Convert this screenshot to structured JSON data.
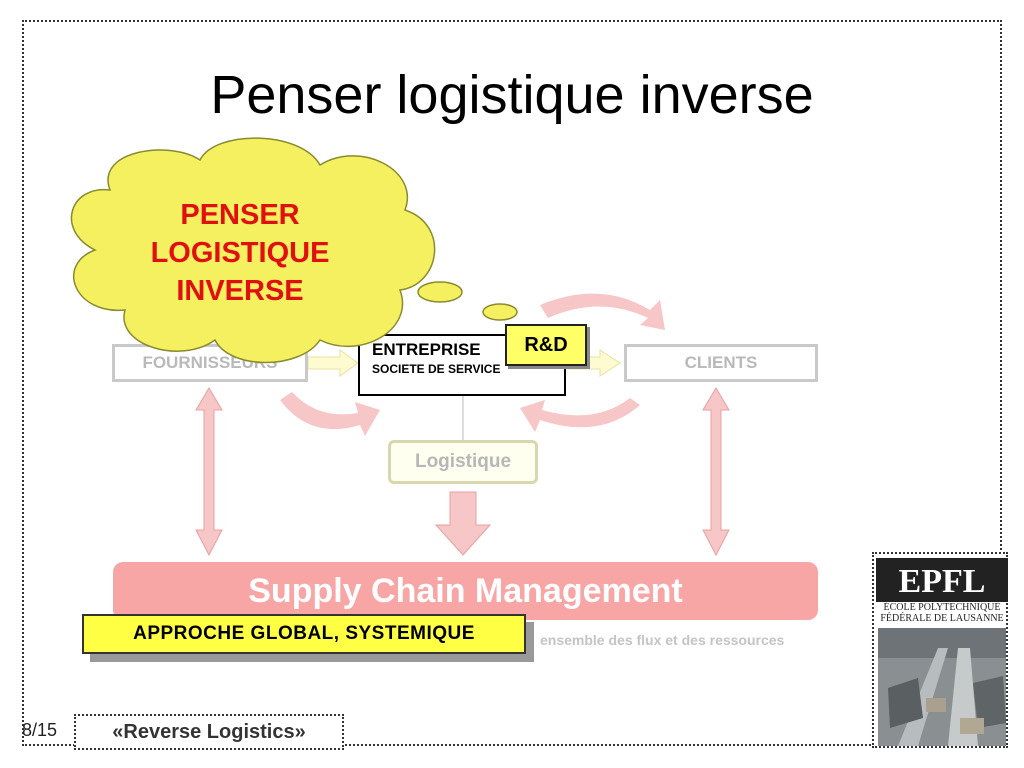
{
  "slide": {
    "title": "Penser logistique inverse",
    "page_number": "8/15",
    "footer": "«Reverse Logistics»"
  },
  "cloud": {
    "lines": [
      "PENSER",
      "LOGISTIQUE",
      "INVERSE"
    ]
  },
  "diagram": {
    "suppliers": "FOURNISSEURS",
    "enterprise_line1": "ENTREPRISE",
    "enterprise_line2": "SOCIETE DE SERVICE",
    "rd": "R&D",
    "clients": "CLIENTS",
    "logistics": "Logistique",
    "scm": "Supply Chain Management",
    "scm_sub": "ensemble des flux et des ressources",
    "approach": "APPROCHE GLOBAL, SYSTEMIQUE"
  },
  "logo": {
    "mark": "EPFL",
    "name_line1": "ÉCOLE POLYTECHNIQUE",
    "name_line2": "FÉDÉRALE DE LAUSANNE"
  },
  "colors": {
    "cloud_fill": "#f4f060",
    "cloud_text": "#e01010",
    "scm_fill": "#f7a5a5",
    "arrow_fill": "#f7c6c6",
    "highlight_yellow": "#ffff44"
  }
}
